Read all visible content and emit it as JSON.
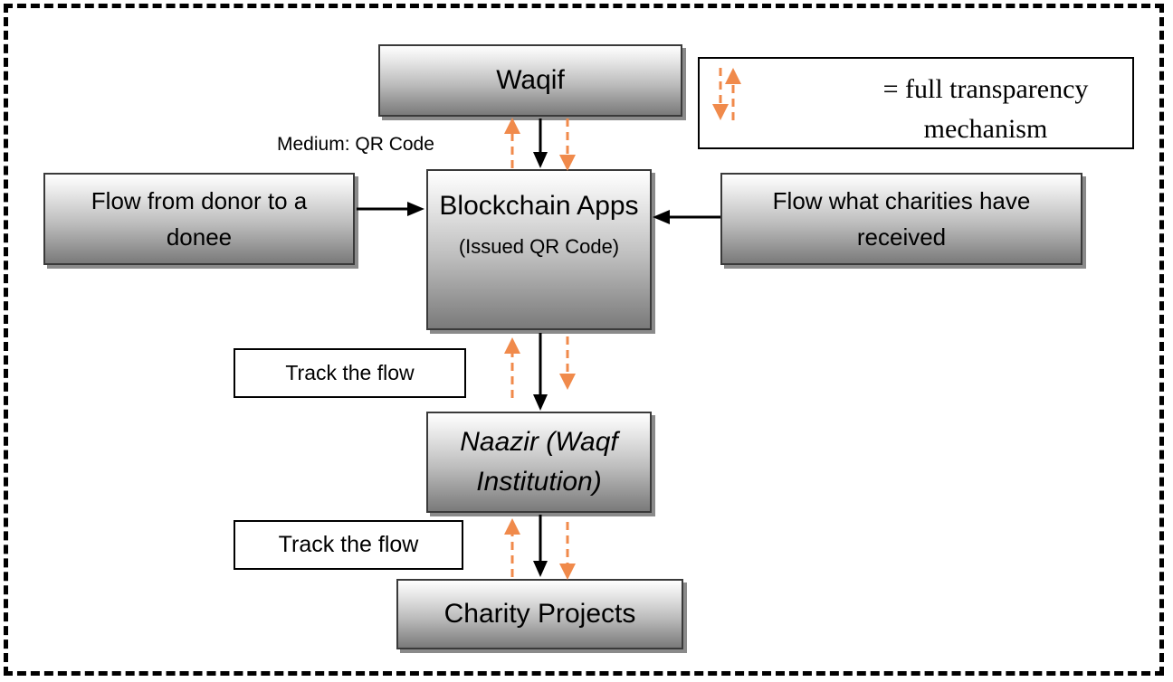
{
  "nodes": {
    "waqif": "Waqif",
    "donor_flow": "Flow from donor to a donee",
    "charities_flow": "Flow what charities have received",
    "blockchain_title": "Blockchain Apps",
    "blockchain_sub": "(Issued QR Code)",
    "naazir": "Naazir (Waqf Institution)",
    "charity_projects": "Charity Projects"
  },
  "labels": {
    "medium": "Medium: QR Code",
    "track_1": "Track the flow",
    "track_2": "Track the flow"
  },
  "legend": {
    "text": "=  full transparency mechanism"
  },
  "colors": {
    "transparency_arrow": "#f08a4b",
    "flow_arrow": "#000000"
  }
}
